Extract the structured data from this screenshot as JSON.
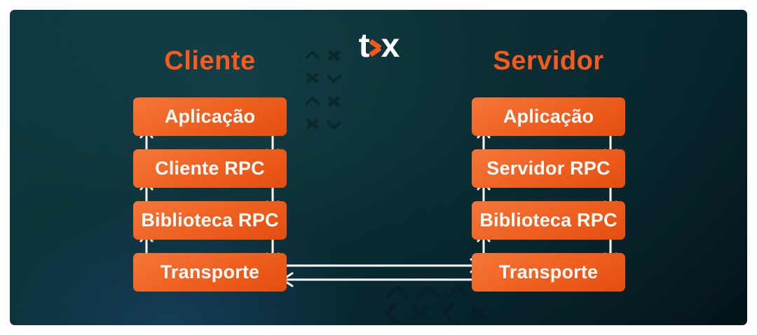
{
  "brand": {
    "logo_text": "tx",
    "logo_t": "t",
    "logo_x": "x"
  },
  "columns": [
    {
      "title": "Cliente",
      "layers": [
        "Aplicação",
        "Cliente RPC",
        "Biblioteca RPC",
        "Transporte"
      ]
    },
    {
      "title": "Servidor",
      "layers": [
        "Aplicação",
        "Servidor RPC",
        "Biblioteca RPC",
        "Transporte"
      ]
    }
  ],
  "colors": {
    "accent_orange": "#f4581c",
    "title_orange": "#f95b1f",
    "box_gradient_top": "#f5773a",
    "box_gradient_bottom": "#e24e0d",
    "background_teal": "#0b3037",
    "background_dark": "#031318",
    "pattern_teal": "#08262e",
    "glow_blue": "#1e4a75",
    "arrow_white": "#ffffff",
    "frame_white": "#ffffff",
    "text_white": "#ffffff"
  }
}
